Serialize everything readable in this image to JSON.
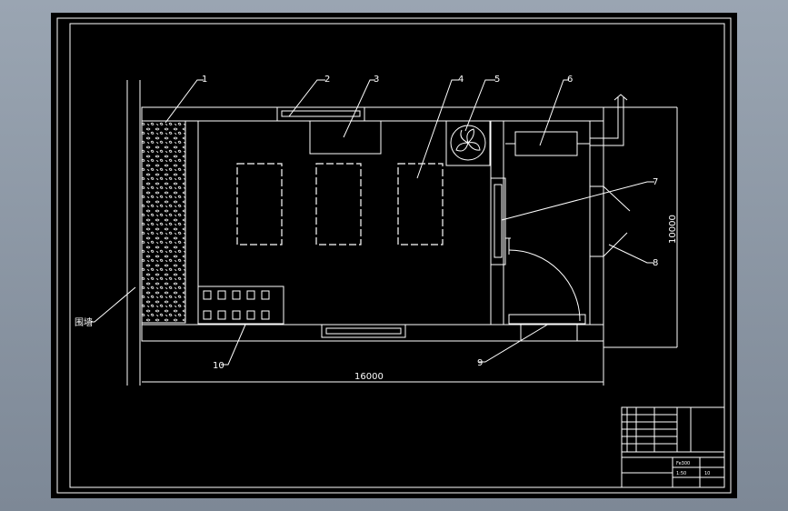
{
  "drawing": {
    "callouts": [
      "1",
      "2",
      "3",
      "4",
      "5",
      "6",
      "7",
      "8",
      "9",
      "10"
    ],
    "wall_label": "围墙",
    "dim_width": "16000",
    "dim_height": "10000",
    "title_block": {
      "material": "Fe300",
      "sheet": "1:50",
      "drawing_no": "10"
    }
  },
  "colors": {
    "background": "#000000",
    "lines": "#ffffff",
    "window": "#8f9aa7"
  }
}
